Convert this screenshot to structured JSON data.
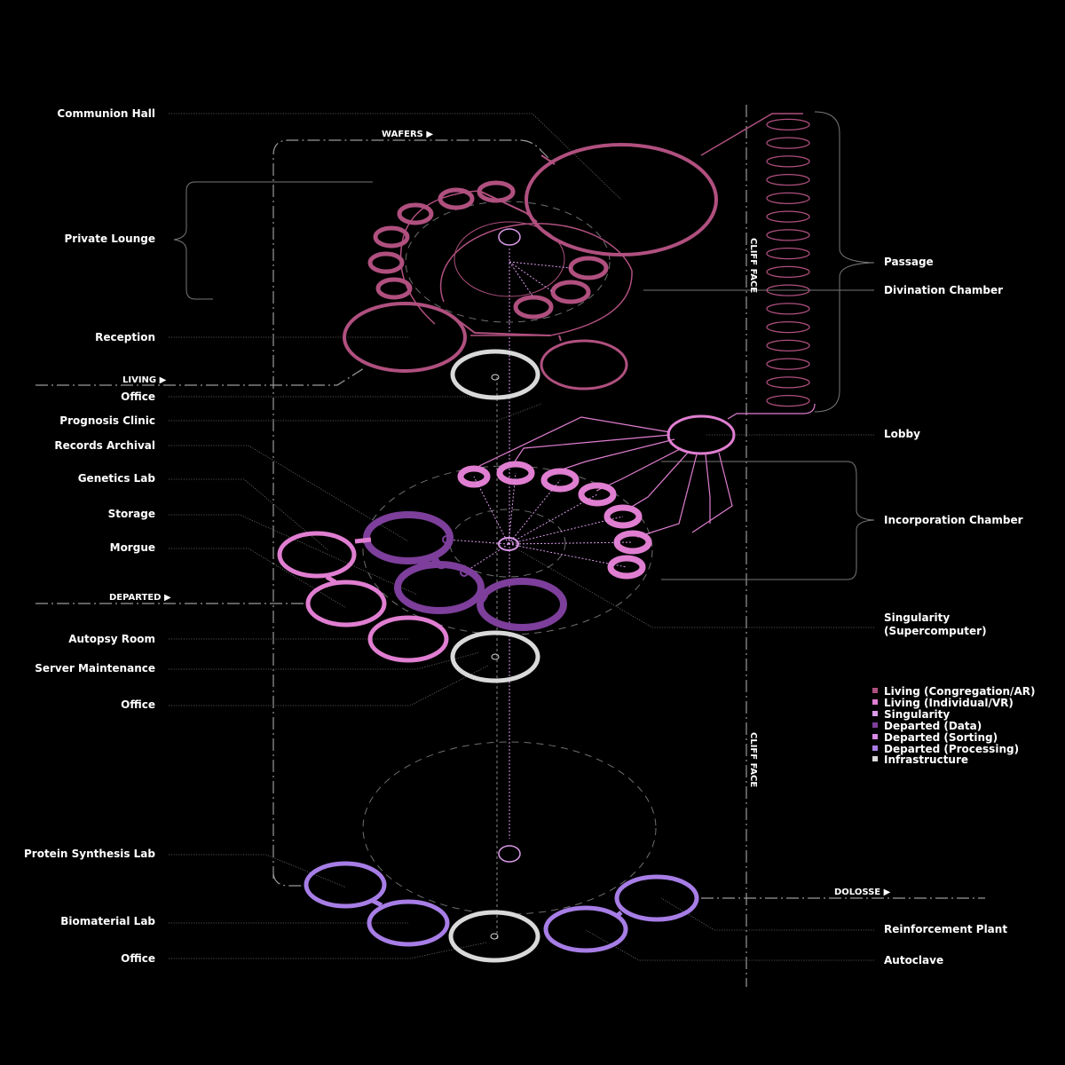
{
  "labels_left": [
    {
      "key": "communion",
      "text": "Communion Hall"
    },
    {
      "key": "private",
      "text": "Private Lounge"
    },
    {
      "key": "reception",
      "text": "Reception"
    },
    {
      "key": "office1",
      "text": "Office"
    },
    {
      "key": "prognosis",
      "text": "Prognosis Clinic"
    },
    {
      "key": "records",
      "text": "Records Archival"
    },
    {
      "key": "genetics",
      "text": "Genetics Lab"
    },
    {
      "key": "storage",
      "text": "Storage"
    },
    {
      "key": "morgue",
      "text": "Morgue"
    },
    {
      "key": "autopsy",
      "text": "Autopsy Room"
    },
    {
      "key": "server",
      "text": "Server Maintenance"
    },
    {
      "key": "office2",
      "text": "Office"
    },
    {
      "key": "protein",
      "text": "Protein Synthesis Lab"
    },
    {
      "key": "biomaterial",
      "text": "Biomaterial Lab"
    },
    {
      "key": "office3",
      "text": "Office"
    }
  ],
  "labels_right": [
    {
      "key": "passage",
      "text": "Passage"
    },
    {
      "key": "divination",
      "text": "Divination Chamber"
    },
    {
      "key": "lobby",
      "text": "Lobby"
    },
    {
      "key": "incorporation",
      "text": "Incorporation Chamber"
    },
    {
      "key": "singularity1",
      "text": "Singularity"
    },
    {
      "key": "singularity2",
      "text": "(Supercomputer)"
    },
    {
      "key": "reinforcement",
      "text": "Reinforcement Plant"
    },
    {
      "key": "autoclave",
      "text": "Autoclave"
    }
  ],
  "flow_labels": {
    "wafers": "WAFERS ▶",
    "living": "LIVING ▶",
    "departed": "DEPARTED ▶",
    "dolosse": "DOLOSSE ▶"
  },
  "cliff_face": "CLIFF FACE",
  "legend": [
    {
      "text": "Living (Congregation/AR)",
      "color": "#b0507f"
    },
    {
      "text": "Living (Individual/VR)",
      "color": "#e07ed1"
    },
    {
      "text": "Singularity",
      "color": "#d99ae8"
    },
    {
      "text": "Departed (Data)",
      "color": "#7d3f9b"
    },
    {
      "text": "Departed (Sorting)",
      "color": "#d889e6"
    },
    {
      "text": "Departed (Processing)",
      "color": "#a77de6"
    },
    {
      "text": "Infrastructure",
      "color": "#d9d9d9"
    }
  ],
  "colors": {
    "congregation": "#b0507f",
    "individual": "#e07ed1",
    "singularity": "#d99ae8",
    "data": "#7d3f9b",
    "sorting": "#d889e6",
    "processing": "#a77de6",
    "infrastructure": "#d9d9d9"
  }
}
